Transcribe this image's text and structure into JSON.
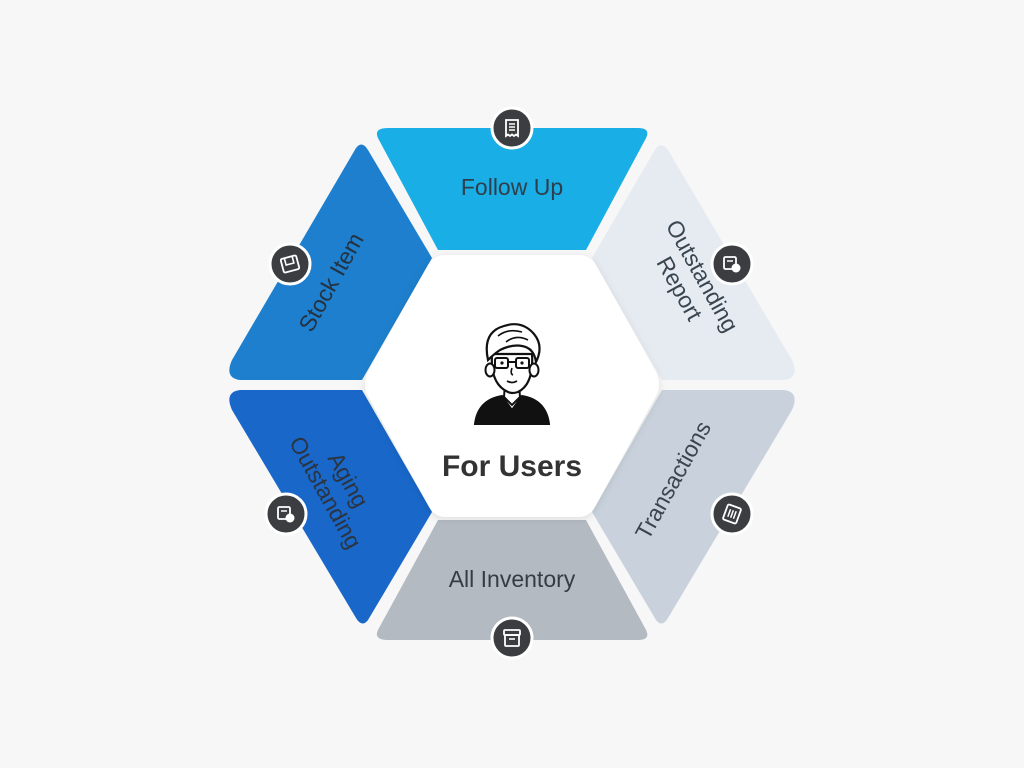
{
  "diagram": {
    "center": {
      "title": "For Users",
      "avatar_icon": "user-avatar-illustration"
    },
    "segments": [
      {
        "id": "follow-up",
        "lines": [
          "Follow Up"
        ],
        "fill": "#1aaee6",
        "text_color": "#2f3e4a",
        "icon": "receipt-icon"
      },
      {
        "id": "outstanding-report",
        "lines": [
          "Outstanding",
          "Report"
        ],
        "fill": "#e5ebf1",
        "text_color": "#3a4550",
        "icon": "bill-payment-icon"
      },
      {
        "id": "transactions",
        "lines": [
          "Transactions"
        ],
        "fill": "#c9d2dc",
        "text_color": "#3a4550",
        "icon": "ticket-icon"
      },
      {
        "id": "all-inventory",
        "lines": [
          "All Inventory"
        ],
        "fill": "#b4bac2",
        "text_color": "#343c45",
        "icon": "archive-box-icon"
      },
      {
        "id": "aging-outstanding",
        "lines": [
          "Aging",
          "Outstanding"
        ],
        "fill": "#1867c9",
        "text_color": "#2b3440",
        "icon": "bill-payment-icon"
      },
      {
        "id": "stock-item",
        "lines": [
          "Stock Item"
        ],
        "fill": "#1d7fcd",
        "text_color": "#243241",
        "icon": "product-box-icon"
      }
    ],
    "colors": {
      "background": "#f7f7f7",
      "center_fill": "#ffffff",
      "icon_badge": "#3b3d40",
      "icon_glyph": "#ffffff",
      "title_text": "#333333"
    }
  }
}
